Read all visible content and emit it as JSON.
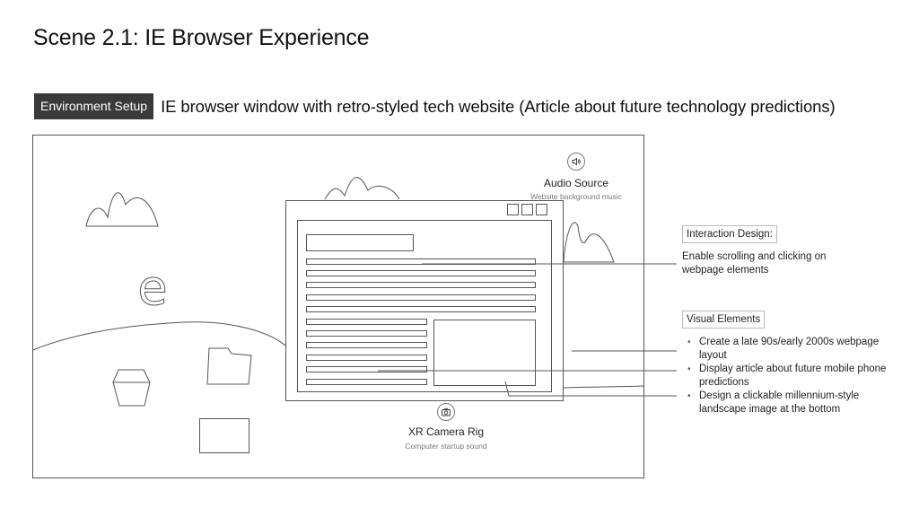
{
  "title": "Scene 2.1: IE Browser Experience",
  "environment": {
    "badge": "Environment Setup",
    "description": "IE browser window with retro-styled tech website (Article about future technology predictions)"
  },
  "scene": {
    "logo_letter": "e",
    "audio_source": {
      "icon": "speaker-icon",
      "title": "Audio Source",
      "subtitle": "Website background music"
    },
    "camera_rig": {
      "icon": "camera-icon",
      "title": "XR Camera Rig",
      "subtitle": "Computer startup sound"
    }
  },
  "annotations": {
    "interaction": {
      "tag": "Interaction Design:",
      "text": "Enable scrolling and clicking on webpage elements"
    },
    "visual": {
      "tag": "Visual Elements",
      "items": [
        "Create a late 90s/early 2000s webpage layout",
        "Display article about future mobile phone predictions",
        "Design a clickable millennium-style landscape image at the bottom"
      ]
    }
  },
  "colors": {
    "line": "#555555",
    "badge_bg": "#3a3a3a",
    "badge_text": "#ffffff"
  }
}
